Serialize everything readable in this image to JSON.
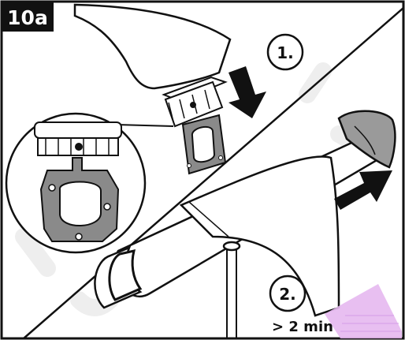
{
  "figure": {
    "label": "10a",
    "step1": "1.",
    "step2": "2.",
    "duration": "> 2 min"
  },
  "colors": {
    "ink": "#111111",
    "gasket": "#8a8a8a",
    "lever": "#9a9a9a",
    "water": "#e6b8f0",
    "watermark": "#efefef"
  }
}
